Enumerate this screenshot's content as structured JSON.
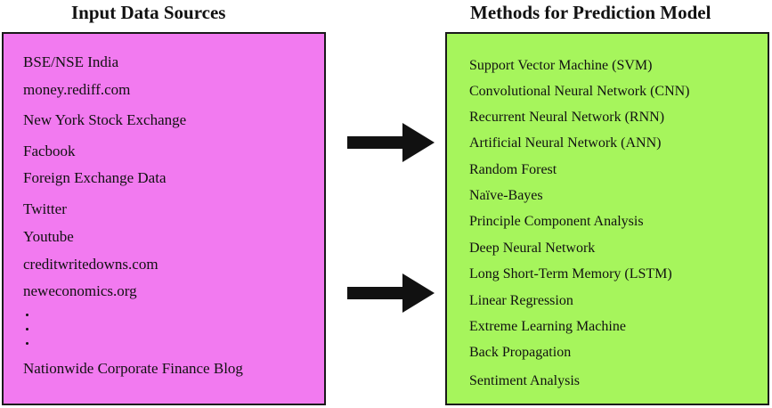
{
  "left_heading": "Input Data Sources",
  "right_heading": "Methods for Prediction Model",
  "sources": [
    "BSE/NSE India",
    "money.rediff.com",
    "New York Stock Exchange",
    "Facbook",
    "Foreign Exchange Data",
    "Twitter",
    "Youtube",
    "creditwritedowns.com",
    "neweconomics.org",
    "Nationwide Corporate Finance Blog"
  ],
  "methods": [
    "Support Vector Machine (SVM)",
    "Convolutional Neural Network (CNN)",
    "Recurrent Neural Network (RNN)",
    "Artificial Neural Network (ANN)",
    "Random Forest",
    "Naïve-Bayes",
    "Principle Component Analysis",
    "Deep Neural Network",
    "Long Short-Term Memory (LSTM)",
    "Linear Regression",
    "Extreme Learning Machine",
    "Back Propagation",
    "Sentiment Analysis"
  ],
  "colors": {
    "sources_box": "#f27af0",
    "methods_box": "#a6f55c",
    "arrow": "#111111"
  }
}
